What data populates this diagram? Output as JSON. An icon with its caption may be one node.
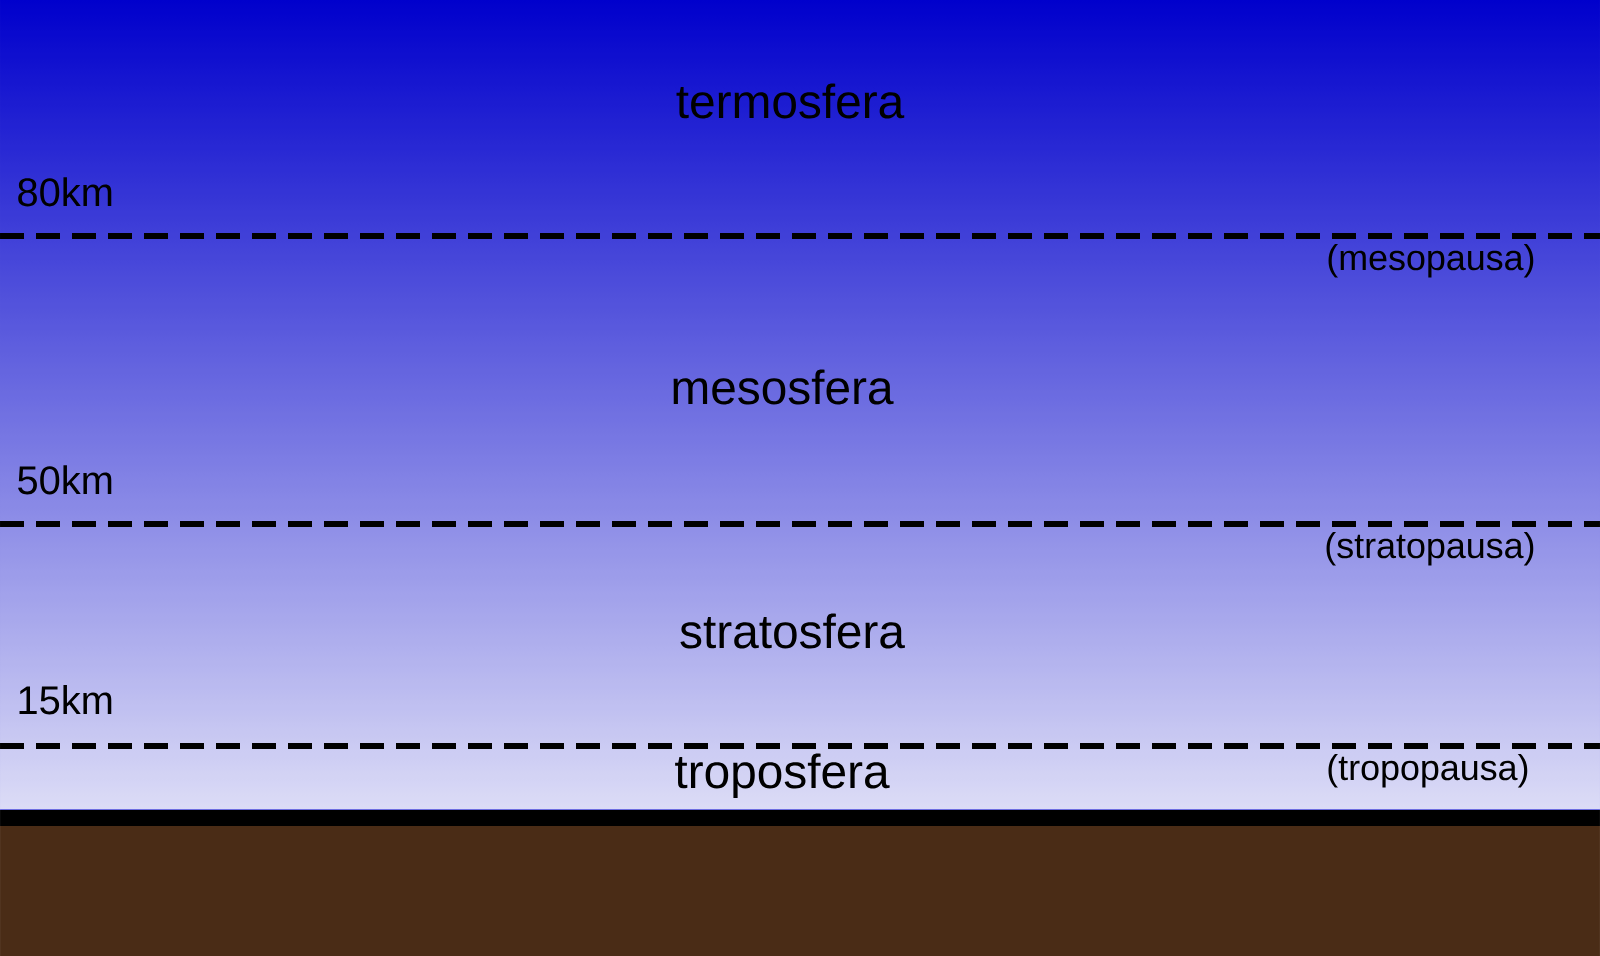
{
  "diagram": {
    "labels": [
      "termosfera",
      "80km",
      "(mesopausa)",
      "mesosfera",
      "50km",
      "(stratopausa)",
      "stratosfera",
      "15km",
      "troposfera",
      "(tropopausa)"
    ]
  }
}
